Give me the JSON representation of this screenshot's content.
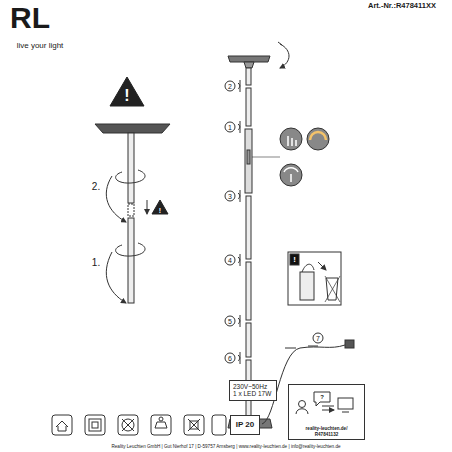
{
  "diagram": {
    "nodes": [
      {
        "text": [
          "230V~50Hz",
          "1 x LED 17W"
        ]
      },
      {
        "text": [
          "IP 20"
        ]
      },
      {
        "text": [
          "reality-leuchten.de/",
          "R47841132"
        ]
      }
    ],
    "labels": [
      "RL",
      "live your light",
      "Art.-Nr.:R478411XX",
      "!",
      "2.",
      "1.",
      "!",
      "2",
      "1",
      "3",
      "4",
      "5",
      "6",
      "7",
      "!",
      "?",
      "Reality Leuchten GmbH | Gut Nierhof 17 | D-59757 Arnsberg | www.reality-leuchten.de | info@reality-leuchten.de"
    ]
  }
}
